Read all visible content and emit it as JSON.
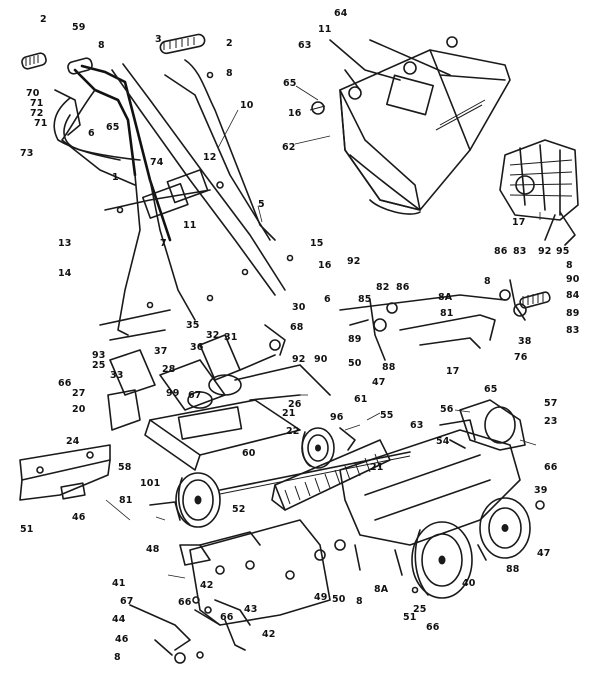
{
  "diagram": {
    "callouts": [
      "2",
      "59",
      "8",
      "3",
      "2",
      "64",
      "11",
      "63",
      "70",
      "71",
      "72",
      "71",
      "65",
      "6",
      "65",
      "16",
      "8",
      "10",
      "73",
      "62",
      "12",
      "1",
      "74",
      "17",
      "11",
      "5",
      "13",
      "7",
      "15",
      "14",
      "92",
      "16",
      "86",
      "83",
      "92",
      "95",
      "8",
      "8",
      "90",
      "84",
      "6",
      "85",
      "82",
      "86",
      "8A",
      "81",
      "89",
      "83",
      "30",
      "35",
      "32",
      "31",
      "37",
      "36",
      "68",
      "93",
      "25",
      "92",
      "90",
      "89",
      "50",
      "47",
      "88",
      "76",
      "38",
      "66",
      "33",
      "27",
      "28",
      "99",
      "67",
      "26",
      "17",
      "20",
      "21",
      "61",
      "96",
      "55",
      "65",
      "56",
      "57",
      "63",
      "54",
      "23",
      "66",
      "22",
      "24",
      "60",
      "58",
      "21",
      "39",
      "101",
      "81",
      "46",
      "51",
      "52",
      "88",
      "40",
      "47",
      "48",
      "49",
      "50",
      "8",
      "8A",
      "51",
      "25",
      "66",
      "41",
      "42",
      "67",
      "66",
      "44",
      "66",
      "43",
      "42",
      "46",
      "8"
    ]
  }
}
